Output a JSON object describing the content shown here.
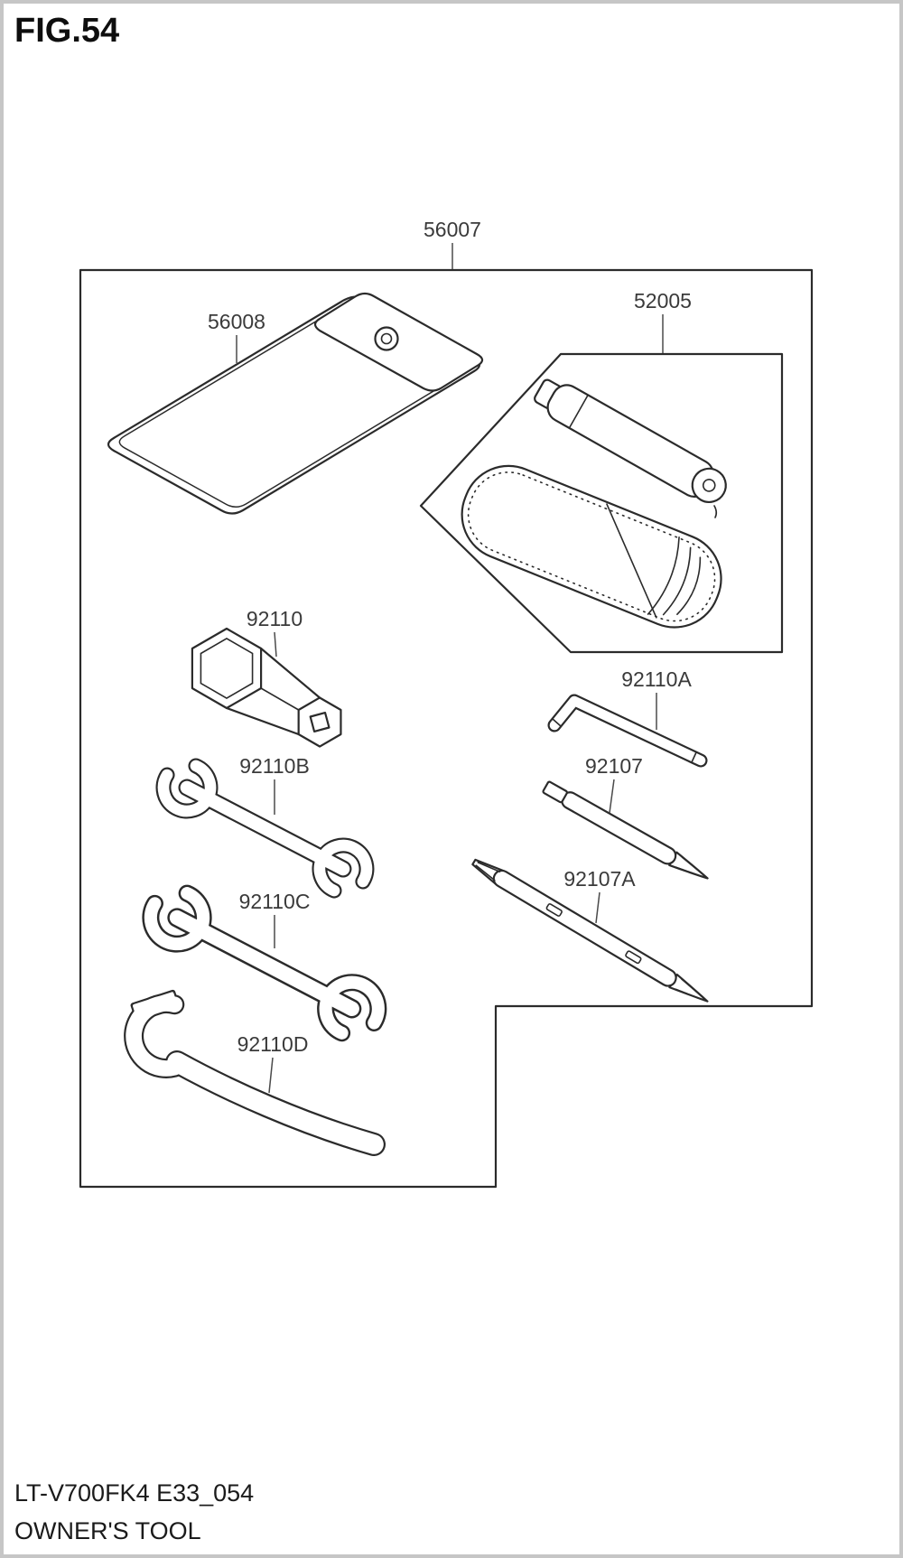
{
  "figure": {
    "number": "FIG.54"
  },
  "parts": {
    "kit": "56007",
    "pouch": "56008",
    "bag_set": "52005",
    "socket_wrench": "92110",
    "hex_key": "92110A",
    "open_end_wrench_small": "92110B",
    "screwdriver": "92107",
    "open_end_wrench_large": "92110C",
    "screwdriver_double": "92107A",
    "hook_wrench": "92110D"
  },
  "footer": {
    "model_code": "LT-V700FK4 E33_054",
    "title": "OWNER'S TOOL"
  }
}
